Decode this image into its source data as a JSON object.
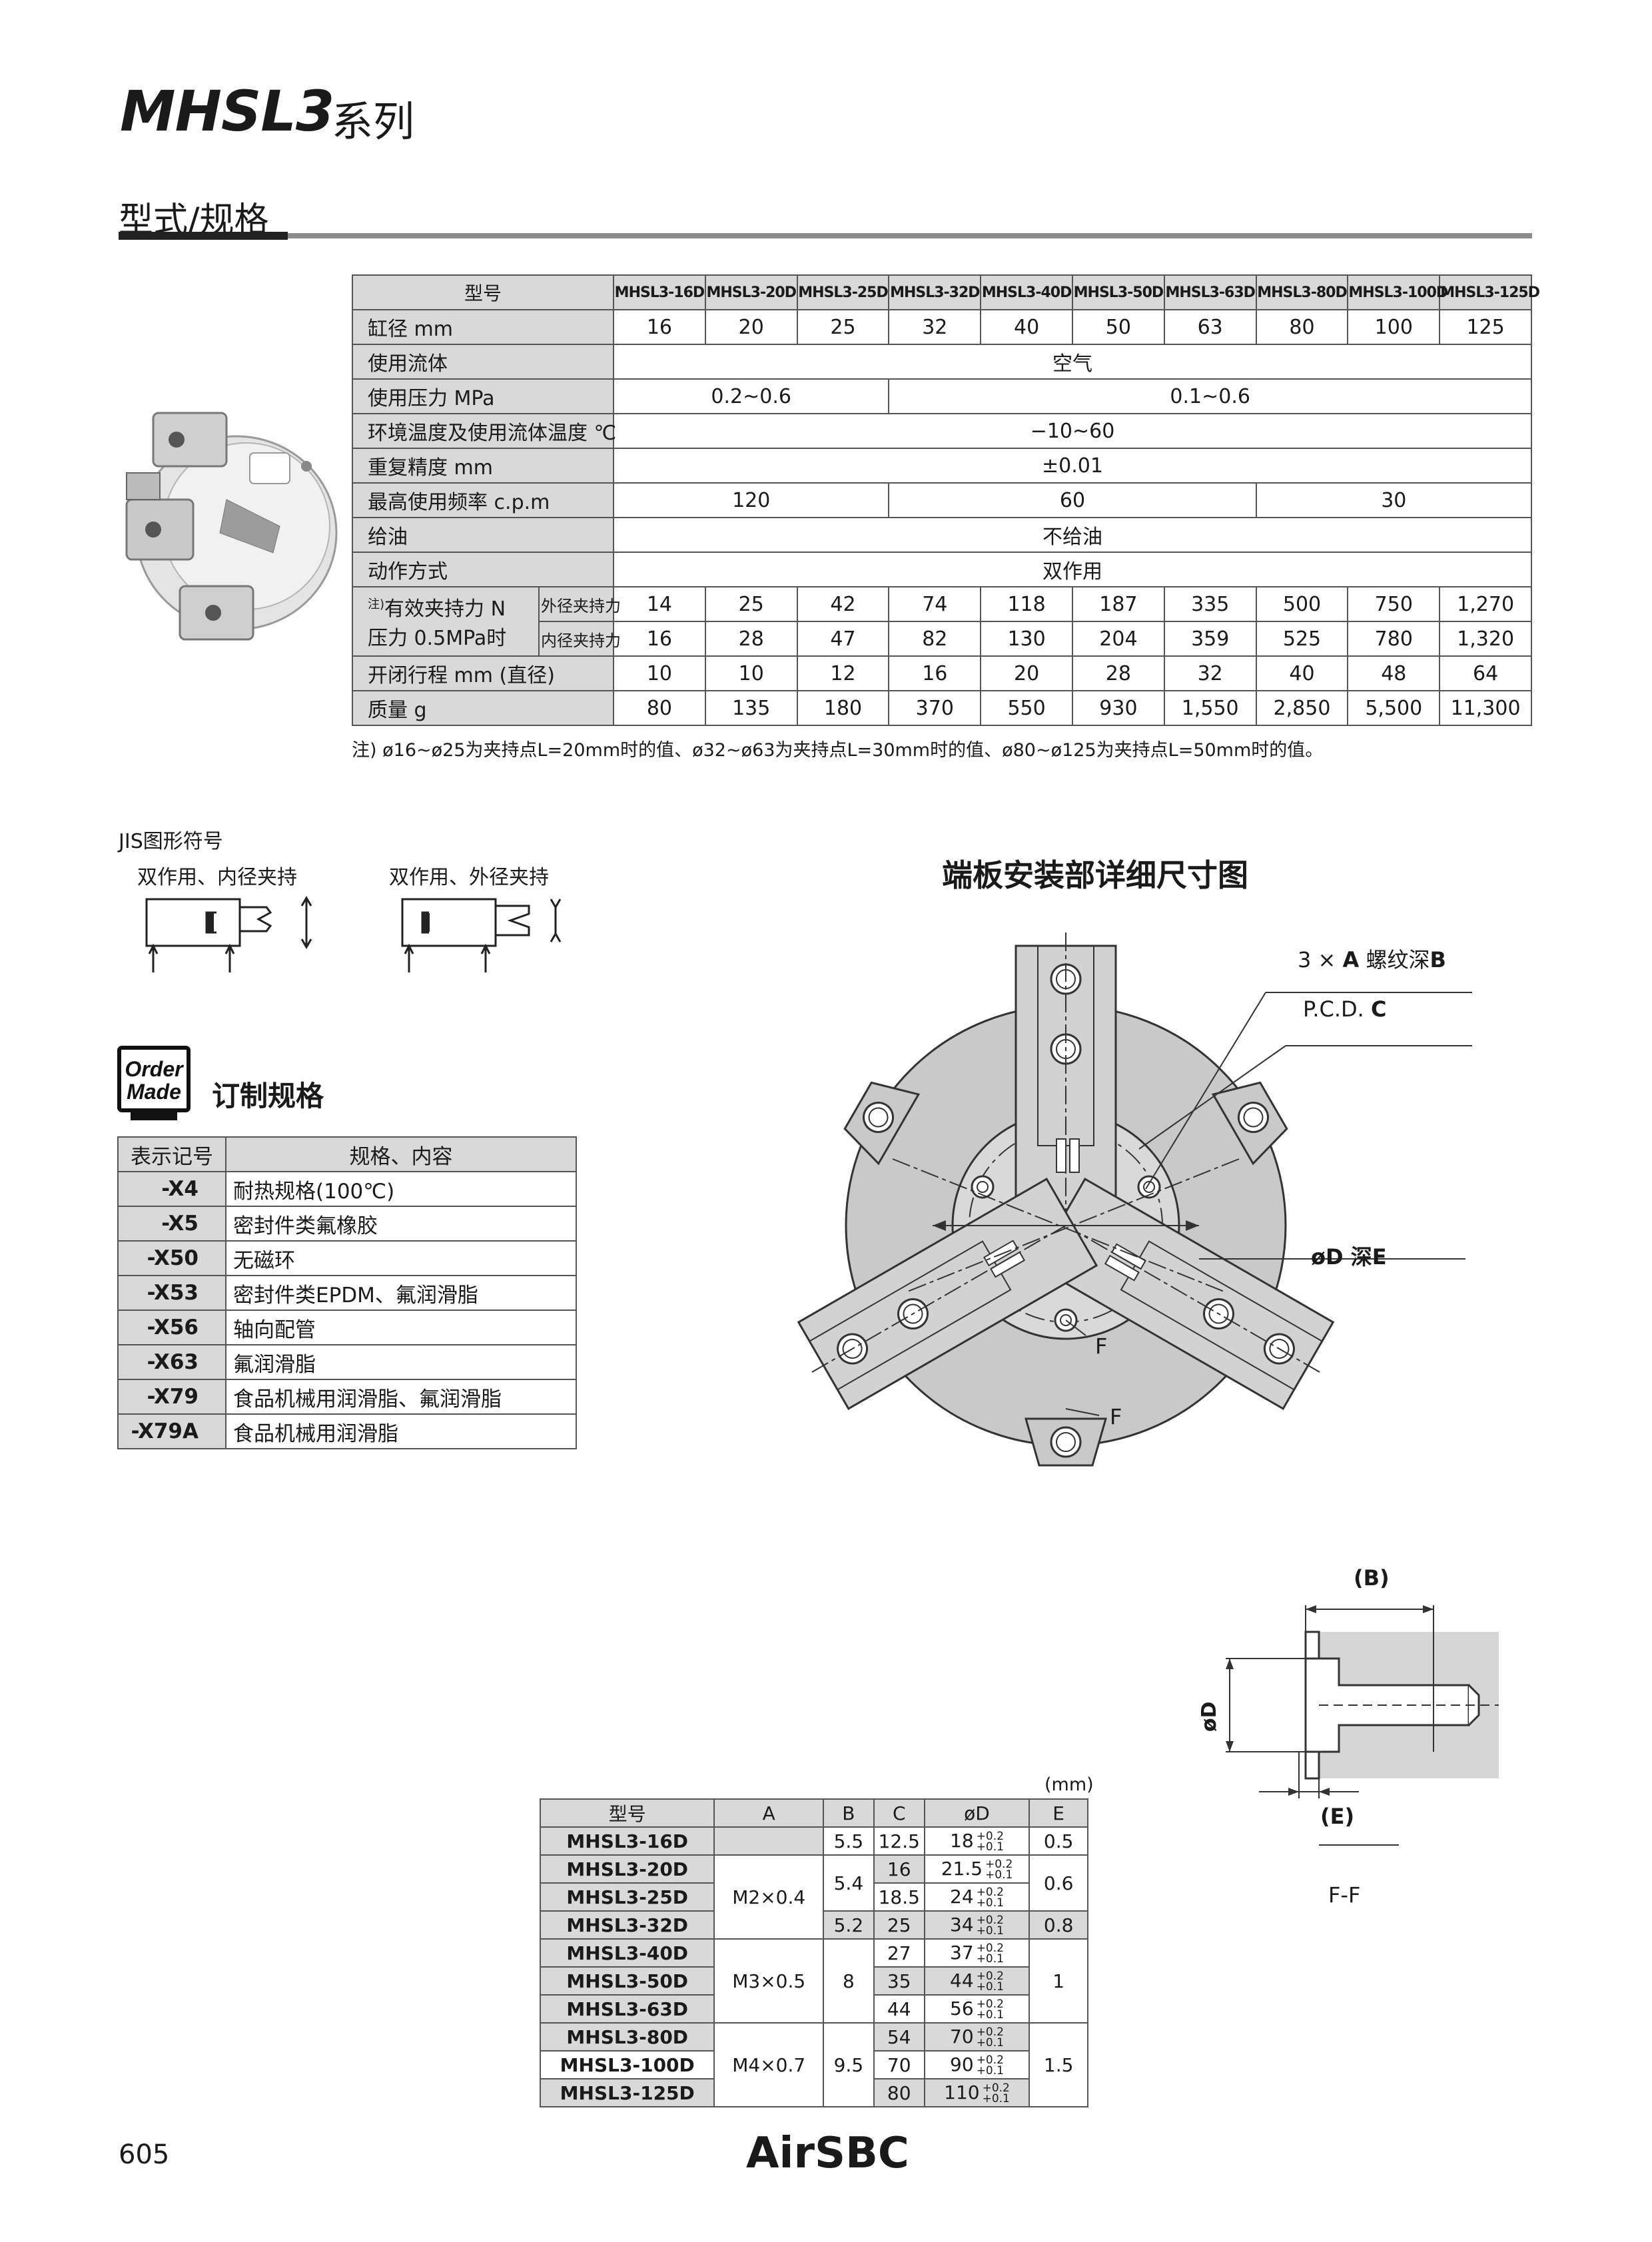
{
  "header": {
    "title": "MHSL3",
    "series": "系列"
  },
  "section": {
    "title": "型式/规格"
  },
  "spec_table": {
    "model_header": "型号",
    "models": [
      "MHSL3-16D",
      "MHSL3-20D",
      "MHSL3-25D",
      "MHSL3-32D",
      "MHSL3-40D",
      "MHSL3-50D",
      "MHSL3-63D",
      "MHSL3-80D",
      "MHSL3-100D",
      "MHSL3-125D"
    ],
    "bore": {
      "label": "缸径 mm",
      "values": [
        "16",
        "20",
        "25",
        "32",
        "40",
        "50",
        "63",
        "80",
        "100",
        "125"
      ]
    },
    "fluid": {
      "label": "使用流体",
      "value": "空气"
    },
    "pressure": {
      "label": "使用压力 MPa",
      "v1": "0.2~0.6",
      "v2": "0.1~0.6"
    },
    "temp": {
      "label": "环境温度及使用流体温度 ℃",
      "value": "−10~60"
    },
    "repeat": {
      "label": "重复精度 mm",
      "value": "±0.01"
    },
    "freq": {
      "label": "最高使用频率 c.p.m",
      "v1": "120",
      "v2": "60",
      "v3": "30"
    },
    "lube": {
      "label": "给油",
      "value": "不给油"
    },
    "action": {
      "label": "动作方式",
      "value": "双作用"
    },
    "force": {
      "note_mark": "注)",
      "label1": "有效夹持力 N",
      "label2": "压力 0.5MPa时",
      "outer_label": "外径夹持力",
      "inner_label": "内径夹持力",
      "outer": [
        "14",
        "25",
        "42",
        "74",
        "118",
        "187",
        "335",
        "500",
        "750",
        "1,270"
      ],
      "inner": [
        "16",
        "28",
        "47",
        "82",
        "130",
        "204",
        "359",
        "525",
        "780",
        "1,320"
      ]
    },
    "stroke": {
      "label": "开闭行程 mm (直径)",
      "values": [
        "10",
        "10",
        "12",
        "16",
        "20",
        "28",
        "32",
        "40",
        "48",
        "64"
      ]
    },
    "mass": {
      "label": "质量 g",
      "values": [
        "80",
        "135",
        "180",
        "370",
        "550",
        "930",
        "1,550",
        "2,850",
        "5,500",
        "11,300"
      ]
    },
    "note": "注) ø16~ø25为夹持点L=20mm时的值、ø32~ø63为夹持点L=30mm时的值、ø80~ø125为夹持点L=50mm时的值。"
  },
  "jis": {
    "title": "JIS图形符号",
    "cap1": "双作用、内径夹持",
    "cap2": "双作用、外径夹持"
  },
  "order_made": {
    "icon_text1": "Order",
    "icon_text2": "Made",
    "title": "订制规格",
    "header_code": "表示记号",
    "header_desc": "规格、内容",
    "rows": [
      {
        "code": "-X4",
        "desc": "耐热规格(100℃)"
      },
      {
        "code": "-X5",
        "desc": "密封件类氟橡胶"
      },
      {
        "code": "-X50",
        "desc": "无磁环"
      },
      {
        "code": "-X53",
        "desc": "密封件类EPDM、氟润滑脂"
      },
      {
        "code": "-X56",
        "desc": "轴向配管"
      },
      {
        "code": "-X63",
        "desc": "氟润滑脂"
      },
      {
        "code": "-X79",
        "desc": "食品机械用润滑脂、氟润滑脂"
      },
      {
        "code": "-X79A",
        "desc": "食品机械用润滑脂"
      }
    ]
  },
  "drawing": {
    "title": "端板安装部详细尺寸图",
    "label_3a_pre": "3 × ",
    "label_3a_a": "A",
    "label_3a_mid": " 螺纹深",
    "label_3a_b": "B",
    "label_pcd_pre": "P.C.D. ",
    "label_pcd_c": "C",
    "label_od_pre": "øD 深",
    "label_od_e": "E",
    "label_f": "F"
  },
  "section_ff": {
    "b": "(B)",
    "e": "(E)",
    "od": "øD",
    "name": "F-F"
  },
  "dims_table": {
    "unit": "(mm)",
    "headers": [
      "型号",
      "A",
      "B",
      "C",
      "øD",
      "E"
    ],
    "rows": [
      {
        "model": "MHSL3-16D",
        "c": "12.5",
        "d": "18",
        "tp": "+0.2",
        "tm": "+0.1"
      },
      {
        "model": "MHSL3-20D",
        "c": "16",
        "d": "21.5",
        "tp": "+0.2",
        "tm": "+0.1"
      },
      {
        "model": "MHSL3-25D",
        "c": "18.5",
        "d": "24",
        "tp": "+0.2",
        "tm": "+0.1"
      },
      {
        "model": "MHSL3-32D",
        "c": "25",
        "d": "34",
        "tp": "+0.2",
        "tm": "+0.1"
      },
      {
        "model": "MHSL3-40D",
        "c": "27",
        "d": "37",
        "tp": "+0.2",
        "tm": "+0.1"
      },
      {
        "model": "MHSL3-50D",
        "c": "35",
        "d": "44",
        "tp": "+0.2",
        "tm": "+0.1"
      },
      {
        "model": "MHSL3-63D",
        "c": "44",
        "d": "56",
        "tp": "+0.2",
        "tm": "+0.1"
      },
      {
        "model": "MHSL3-80D",
        "c": "54",
        "d": "70",
        "tp": "+0.2",
        "tm": "+0.1"
      },
      {
        "model": "MHSL3-100D",
        "c": "70",
        "d": "90",
        "tp": "+0.2",
        "tm": "+0.1"
      },
      {
        "model": "MHSL3-125D",
        "c": "80",
        "d": "110",
        "tp": "+0.2",
        "tm": "+0.1"
      }
    ],
    "a_groups": [
      "M2×0.4",
      "M3×0.5",
      "M4×0.7"
    ],
    "b_values": [
      "5.5",
      "5.4",
      "5.2",
      "8",
      "9.5"
    ],
    "e_values": [
      "0.5",
      "0.6",
      "0.8",
      "1",
      "1.5"
    ]
  },
  "footer": {
    "page": "605",
    "logo": "AirSBC"
  }
}
